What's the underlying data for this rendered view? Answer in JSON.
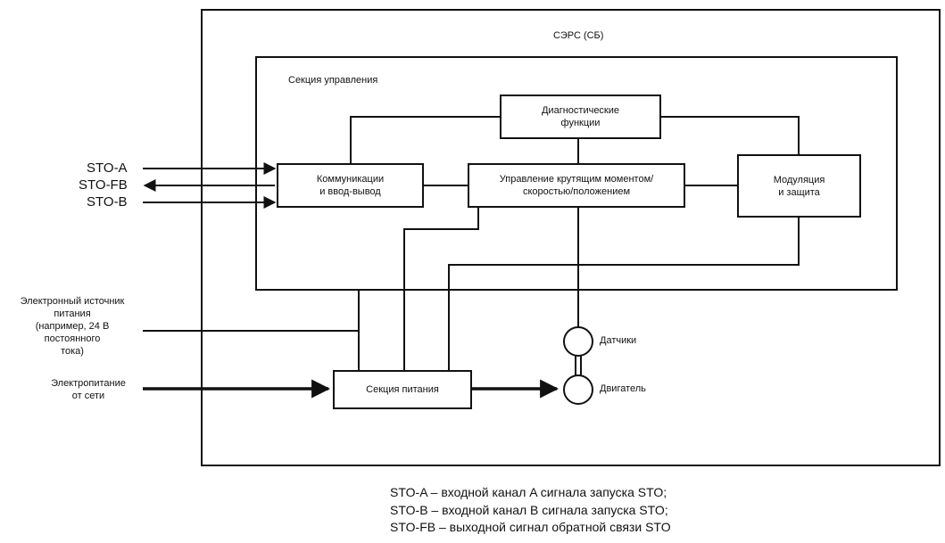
{
  "outer_frame": {
    "title": "СЭРС (СБ)"
  },
  "control_section": {
    "title": "Секция управления"
  },
  "blocks": {
    "diagnostics": "Диагностические\nфункции",
    "comm_io": "Коммуникации\nи ввод-вывод",
    "torque_control": "Управление крутящим моментом/\nскоростью/положением",
    "modulation": "Модуляция\nи защита",
    "power_section": "Секция питания"
  },
  "signals": {
    "sto_a": "STO-A",
    "sto_fb": "STO-FB",
    "sto_b": "STO-B"
  },
  "inputs": {
    "electronic_supply": "Электронный источник\nпитания\n(например, 24 В\nпостоянного\nтока)",
    "mains_supply": "Электропитание\nот сети"
  },
  "devices": {
    "sensors": "Датчики",
    "motor": "Двигатель"
  },
  "legend": [
    "STO-A – входной канал A сигнала запуска STO;",
    "STO-B – входной канал B сигнала запуска STO;",
    "STO-FB – выходной сигнал обратной связи STO"
  ]
}
